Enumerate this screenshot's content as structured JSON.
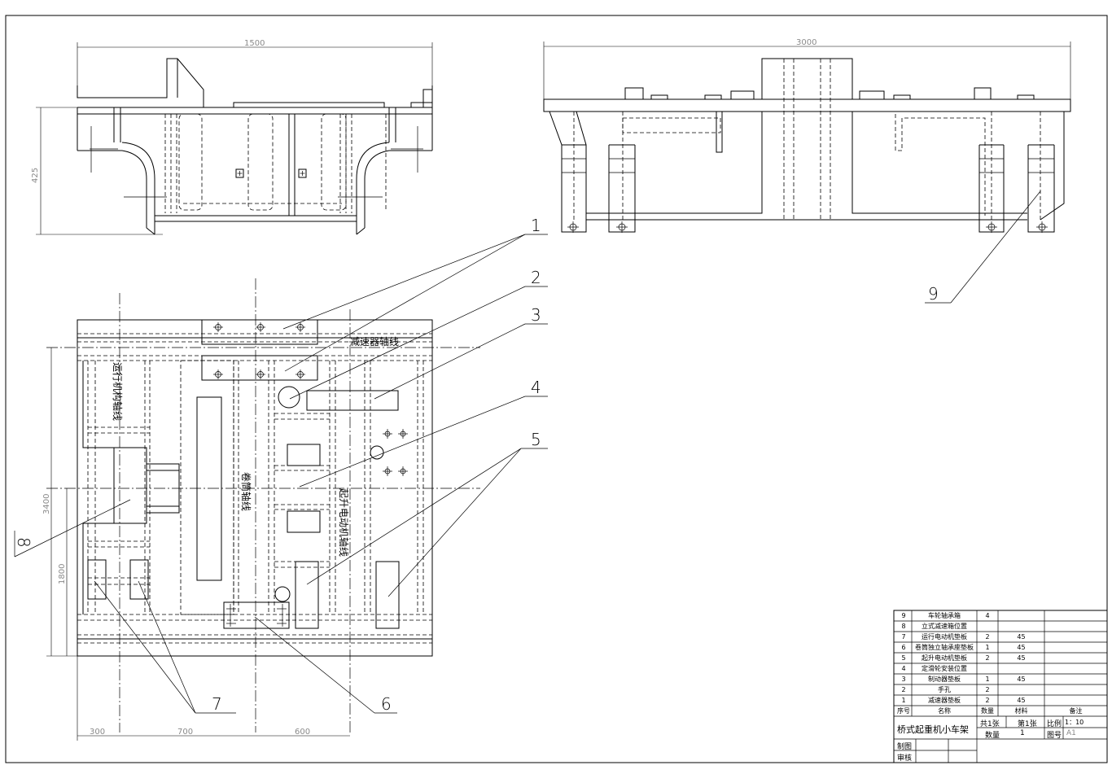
{
  "dimensions": {
    "d1500": "1500",
    "d425": "425",
    "d3000": "3000",
    "d3400": "3400",
    "d1800": "1800",
    "d300": "300",
    "d700": "700",
    "d600": "600"
  },
  "axis_labels": {
    "reducer_axis": "减速器轴线",
    "travel_axis": "运行机构轴线",
    "drum_axis": "卷筒轴线",
    "hoist_motor_axis": "起升电动机轴线"
  },
  "callouts": [
    "1",
    "2",
    "3",
    "4",
    "5",
    "6",
    "7",
    "8",
    "9"
  ],
  "parts_table": {
    "rows": [
      {
        "no": "9",
        "name": "车轮轴承箱",
        "qty": "4",
        "material": "",
        "remark": ""
      },
      {
        "no": "8",
        "name": "立式减速箱位置",
        "qty": "",
        "material": "",
        "remark": ""
      },
      {
        "no": "7",
        "name": "运行电动机垫板",
        "qty": "2",
        "material": "45",
        "remark": ""
      },
      {
        "no": "6",
        "name": "卷筒独立轴承座垫板",
        "qty": "1",
        "material": "45",
        "remark": ""
      },
      {
        "no": "5",
        "name": "起升电动机垫板",
        "qty": "2",
        "material": "45",
        "remark": ""
      },
      {
        "no": "4",
        "name": "定滑轮安装位置",
        "qty": "",
        "material": "",
        "remark": ""
      },
      {
        "no": "3",
        "name": "制动器垫板",
        "qty": "1",
        "material": "45",
        "remark": ""
      },
      {
        "no": "2",
        "name": "手孔",
        "qty": "2",
        "material": "",
        "remark": ""
      },
      {
        "no": "1",
        "name": "减速器垫板",
        "qty": "2",
        "material": "45",
        "remark": ""
      }
    ],
    "header": {
      "no": "序号",
      "name": "名称",
      "qty": "数量",
      "material": "材料",
      "remark": "备注"
    }
  },
  "title_block": {
    "title": "桥式起重机小车架",
    "total_sheets": "共1张",
    "sheet_no": "第1张",
    "scale_label": "比例",
    "scale_value": "1：10",
    "qty_label": "数量",
    "qty_value": "1",
    "drawing_no_label": "图号",
    "drawing_no_value": "A1",
    "drawn_by": "制图",
    "checked_by": "审核"
  }
}
